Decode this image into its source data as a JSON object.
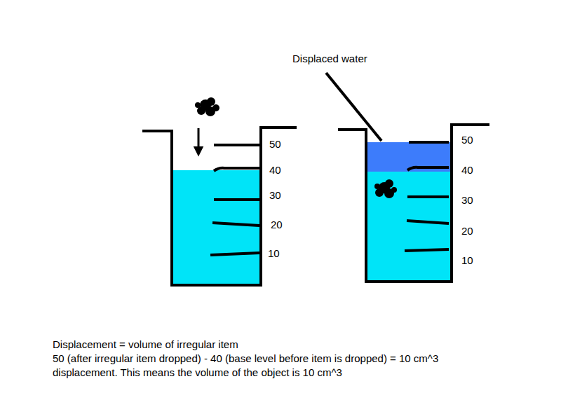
{
  "diagram": {
    "labels": [
      "Displaced water",
      "50",
      "40",
      "30",
      "20",
      "10",
      "50",
      "40",
      "30",
      "20",
      "10",
      "Displacement = volume of irregular item",
      "50 (after irregular item dropped) - 40 (base level before item is dropped) = 10 cm^3 displacement. This means the volume of the object is 10 cm^3"
    ]
  }
}
